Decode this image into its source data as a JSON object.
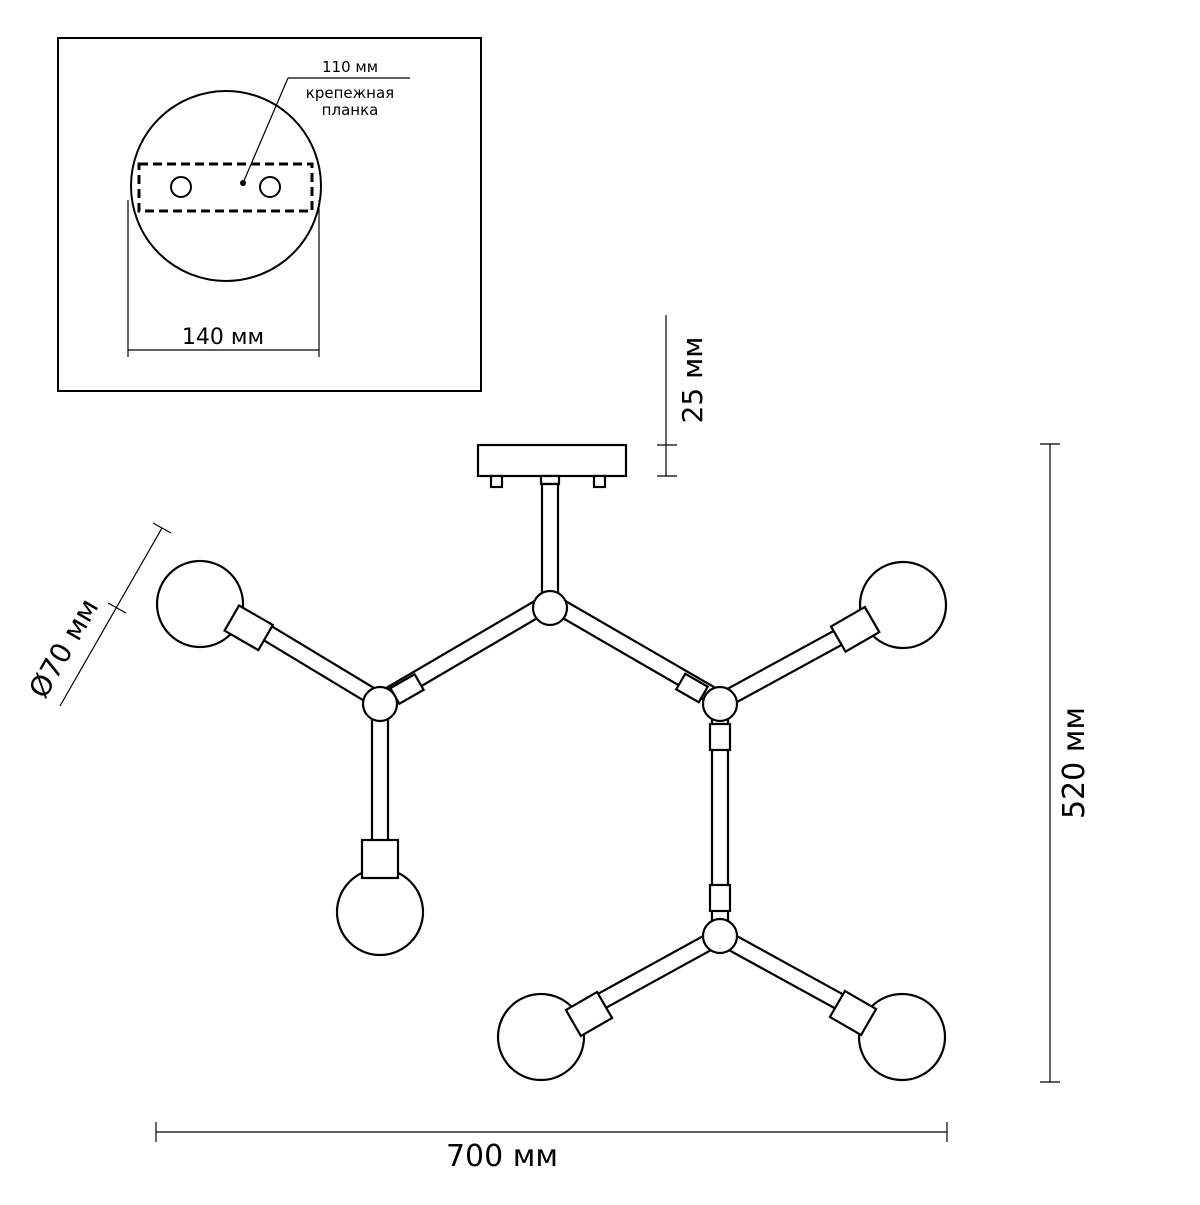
{
  "mount_detail": {
    "hole_spacing_label": "110 мм",
    "bracket_label_line1": "крепежная",
    "bracket_label_line2": "планка",
    "diameter_label": "140 мм"
  },
  "dimensions": {
    "canopy_height_label": "25 мм",
    "total_height_label": "520 мм",
    "total_width_label": "700 мм",
    "shade_diameter_label": "Ø70 мм"
  }
}
